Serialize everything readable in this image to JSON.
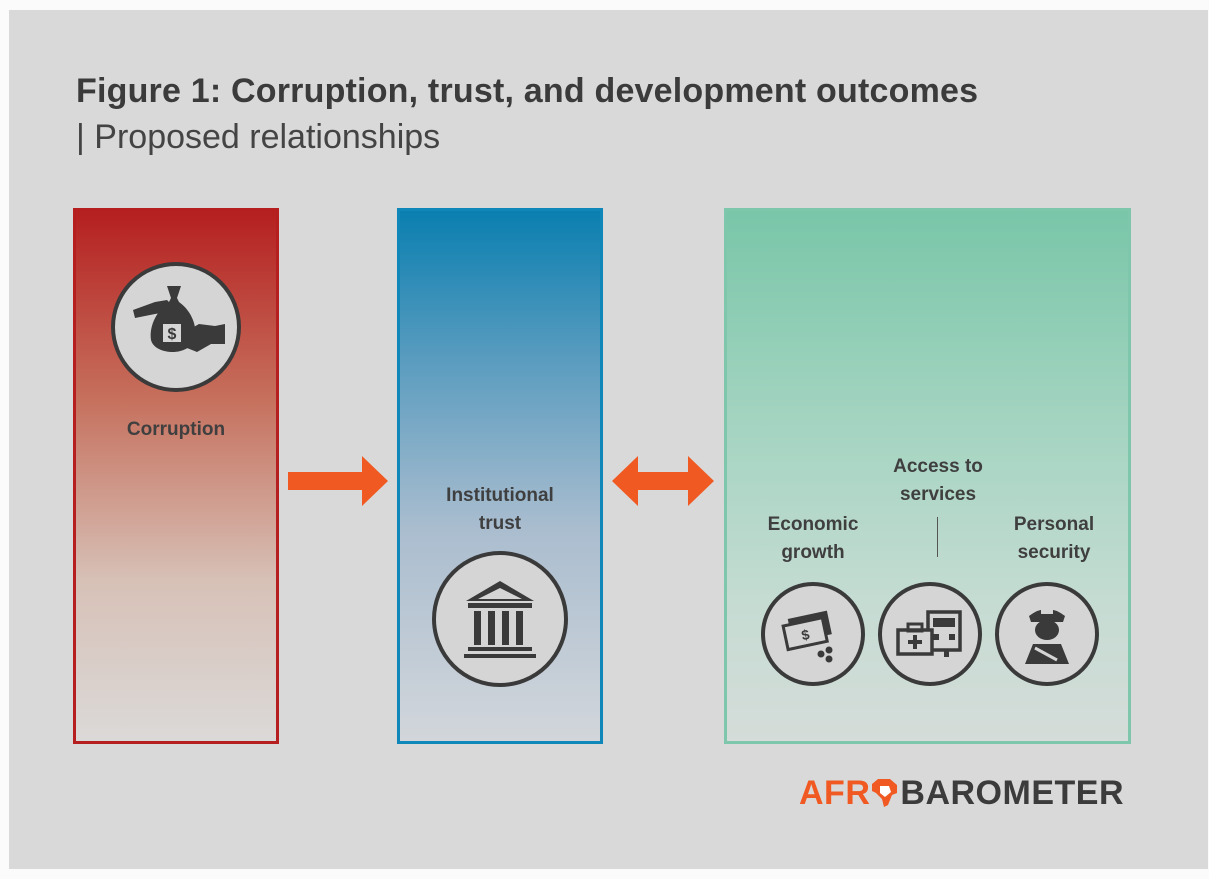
{
  "title": "Figure 1: Corruption, trust, and development outcomes",
  "subtitle": "| Proposed relationships",
  "boxes": {
    "corruption": {
      "label": "Corruption",
      "icon": "money-bag-handover-icon",
      "color": "#b51f20"
    },
    "trust": {
      "label_line1": "Institutional",
      "label_line2": "trust",
      "icon": "government-building-icon",
      "color": "#0f87b8"
    },
    "outcomes": {
      "color": "#7fc7ac",
      "items": [
        {
          "label_line1": "Economic",
          "label_line2": "growth",
          "icon": "cash-coins-icon"
        },
        {
          "label_line1": "Access to",
          "label_line2": "services",
          "icon": "medical-kit-truck-icon"
        },
        {
          "label_line1": "Personal",
          "label_line2": "security",
          "icon": "police-officer-icon"
        }
      ]
    }
  },
  "arrows": [
    {
      "from": "Corruption",
      "to": "Institutional trust",
      "type": "one-way"
    },
    {
      "from": "Institutional trust",
      "to": "outcomes",
      "type": "two-way"
    }
  ],
  "arrow_color": "#f05a22",
  "logo": {
    "part1": "AFR",
    "part2": "BAROMETER"
  }
}
